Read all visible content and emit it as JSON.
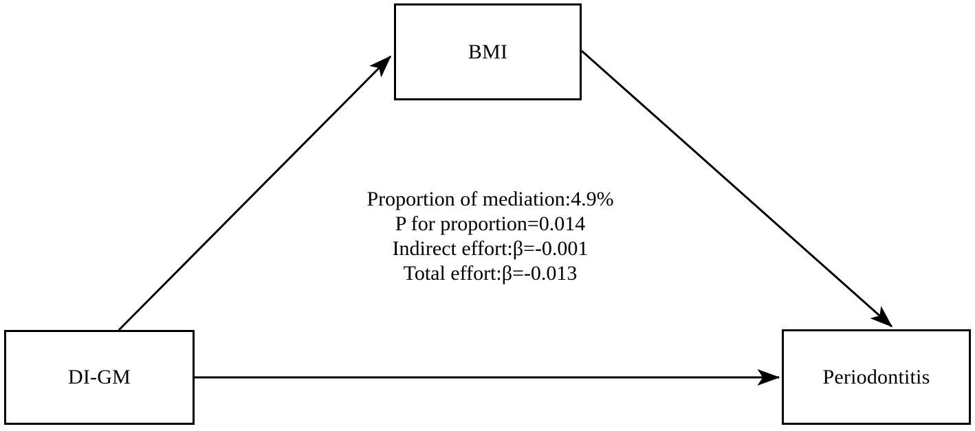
{
  "figure": {
    "type": "mediation-path-diagram",
    "background_color": "#ffffff",
    "stroke_color": "#000000"
  },
  "nodes": [
    {
      "id": "bmi",
      "label": "BMI",
      "role": "mediator"
    },
    {
      "id": "digm",
      "label": "DI-GM",
      "role": "exposure"
    },
    {
      "id": "periodontitis",
      "label": "Periodontitis",
      "role": "outcome"
    }
  ],
  "edges": [
    {
      "id": "digm-to-bmi",
      "from": "DI-GM",
      "to": "BMI",
      "style": "solid-arrow"
    },
    {
      "id": "bmi-to-periodontitis",
      "from": "BMI",
      "to": "Periodontitis",
      "style": "solid-arrow"
    },
    {
      "id": "digm-to-periodontitis",
      "from": "DI-GM",
      "to": "Periodontitis",
      "style": "solid-arrow"
    }
  ],
  "stats": {
    "lines": [
      "Proportion of mediation:4.9%",
      "P for proportion=0.014",
      "Indirect effort:β=-0.001",
      "Total effort:β=-0.013"
    ],
    "proportion_of_mediation": "4.9%",
    "p_for_proportion": "0.014",
    "indirect_effect_beta": "-0.001",
    "total_effect_beta": "-0.013"
  }
}
